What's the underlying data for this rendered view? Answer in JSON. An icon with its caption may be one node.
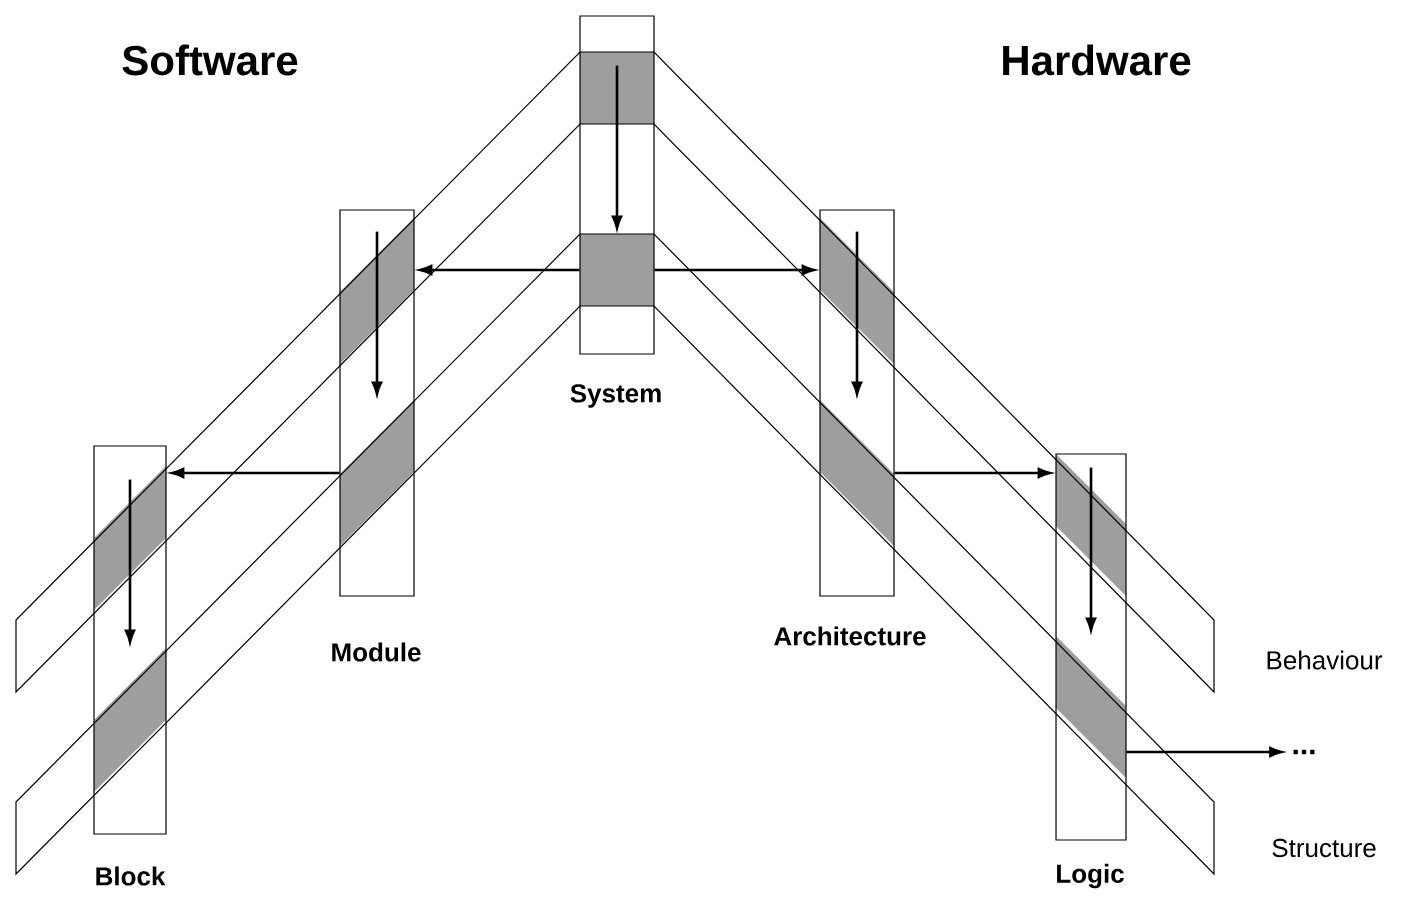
{
  "diagram": {
    "nodes": [
      {
        "text": [
          "System"
        ]
      },
      {
        "text": [],
        "shape": "box",
        "in": 0
      },
      {
        "text": [],
        "shape": "box",
        "in": 0
      },
      {
        "text": [
          "Module"
        ]
      },
      {
        "text": [],
        "shape": "box",
        "in": 3
      },
      {
        "text": [],
        "shape": "box",
        "in": 3
      },
      {
        "text": [
          "Block"
        ]
      },
      {
        "text": [],
        "shape": "box",
        "in": 6
      },
      {
        "text": [],
        "shape": "box",
        "in": 6
      },
      {
        "text": [
          "Architecture"
        ]
      },
      {
        "text": [],
        "shape": "box",
        "in": 9
      },
      {
        "text": [],
        "shape": "box",
        "in": 9
      },
      {
        "text": [
          "Logic"
        ]
      },
      {
        "text": [],
        "shape": "box",
        "in": 12
      },
      {
        "text": [],
        "shape": "box",
        "in": 12
      },
      {
        "text": [
          "..."
        ]
      }
    ],
    "edges": [
      {
        "from": 1,
        "to": 2,
        "arrow": "to"
      },
      {
        "from": 2,
        "to": 4,
        "arrow": "to"
      },
      {
        "from": 2,
        "to": 10,
        "arrow": "to"
      },
      {
        "from": 4,
        "to": 5,
        "arrow": "to"
      },
      {
        "from": 5,
        "to": 7,
        "arrow": "to"
      },
      {
        "from": 7,
        "to": 8,
        "arrow": "to"
      },
      {
        "from": 10,
        "to": 11,
        "arrow": "to"
      },
      {
        "from": 11,
        "to": 13,
        "arrow": "to"
      },
      {
        "from": 13,
        "to": 14,
        "arrow": "to"
      },
      {
        "from": 14,
        "to": 15,
        "arrow": "to"
      }
    ],
    "labels": [
      "Software",
      "Hardware",
      "Behaviour",
      "Structure"
    ]
  }
}
